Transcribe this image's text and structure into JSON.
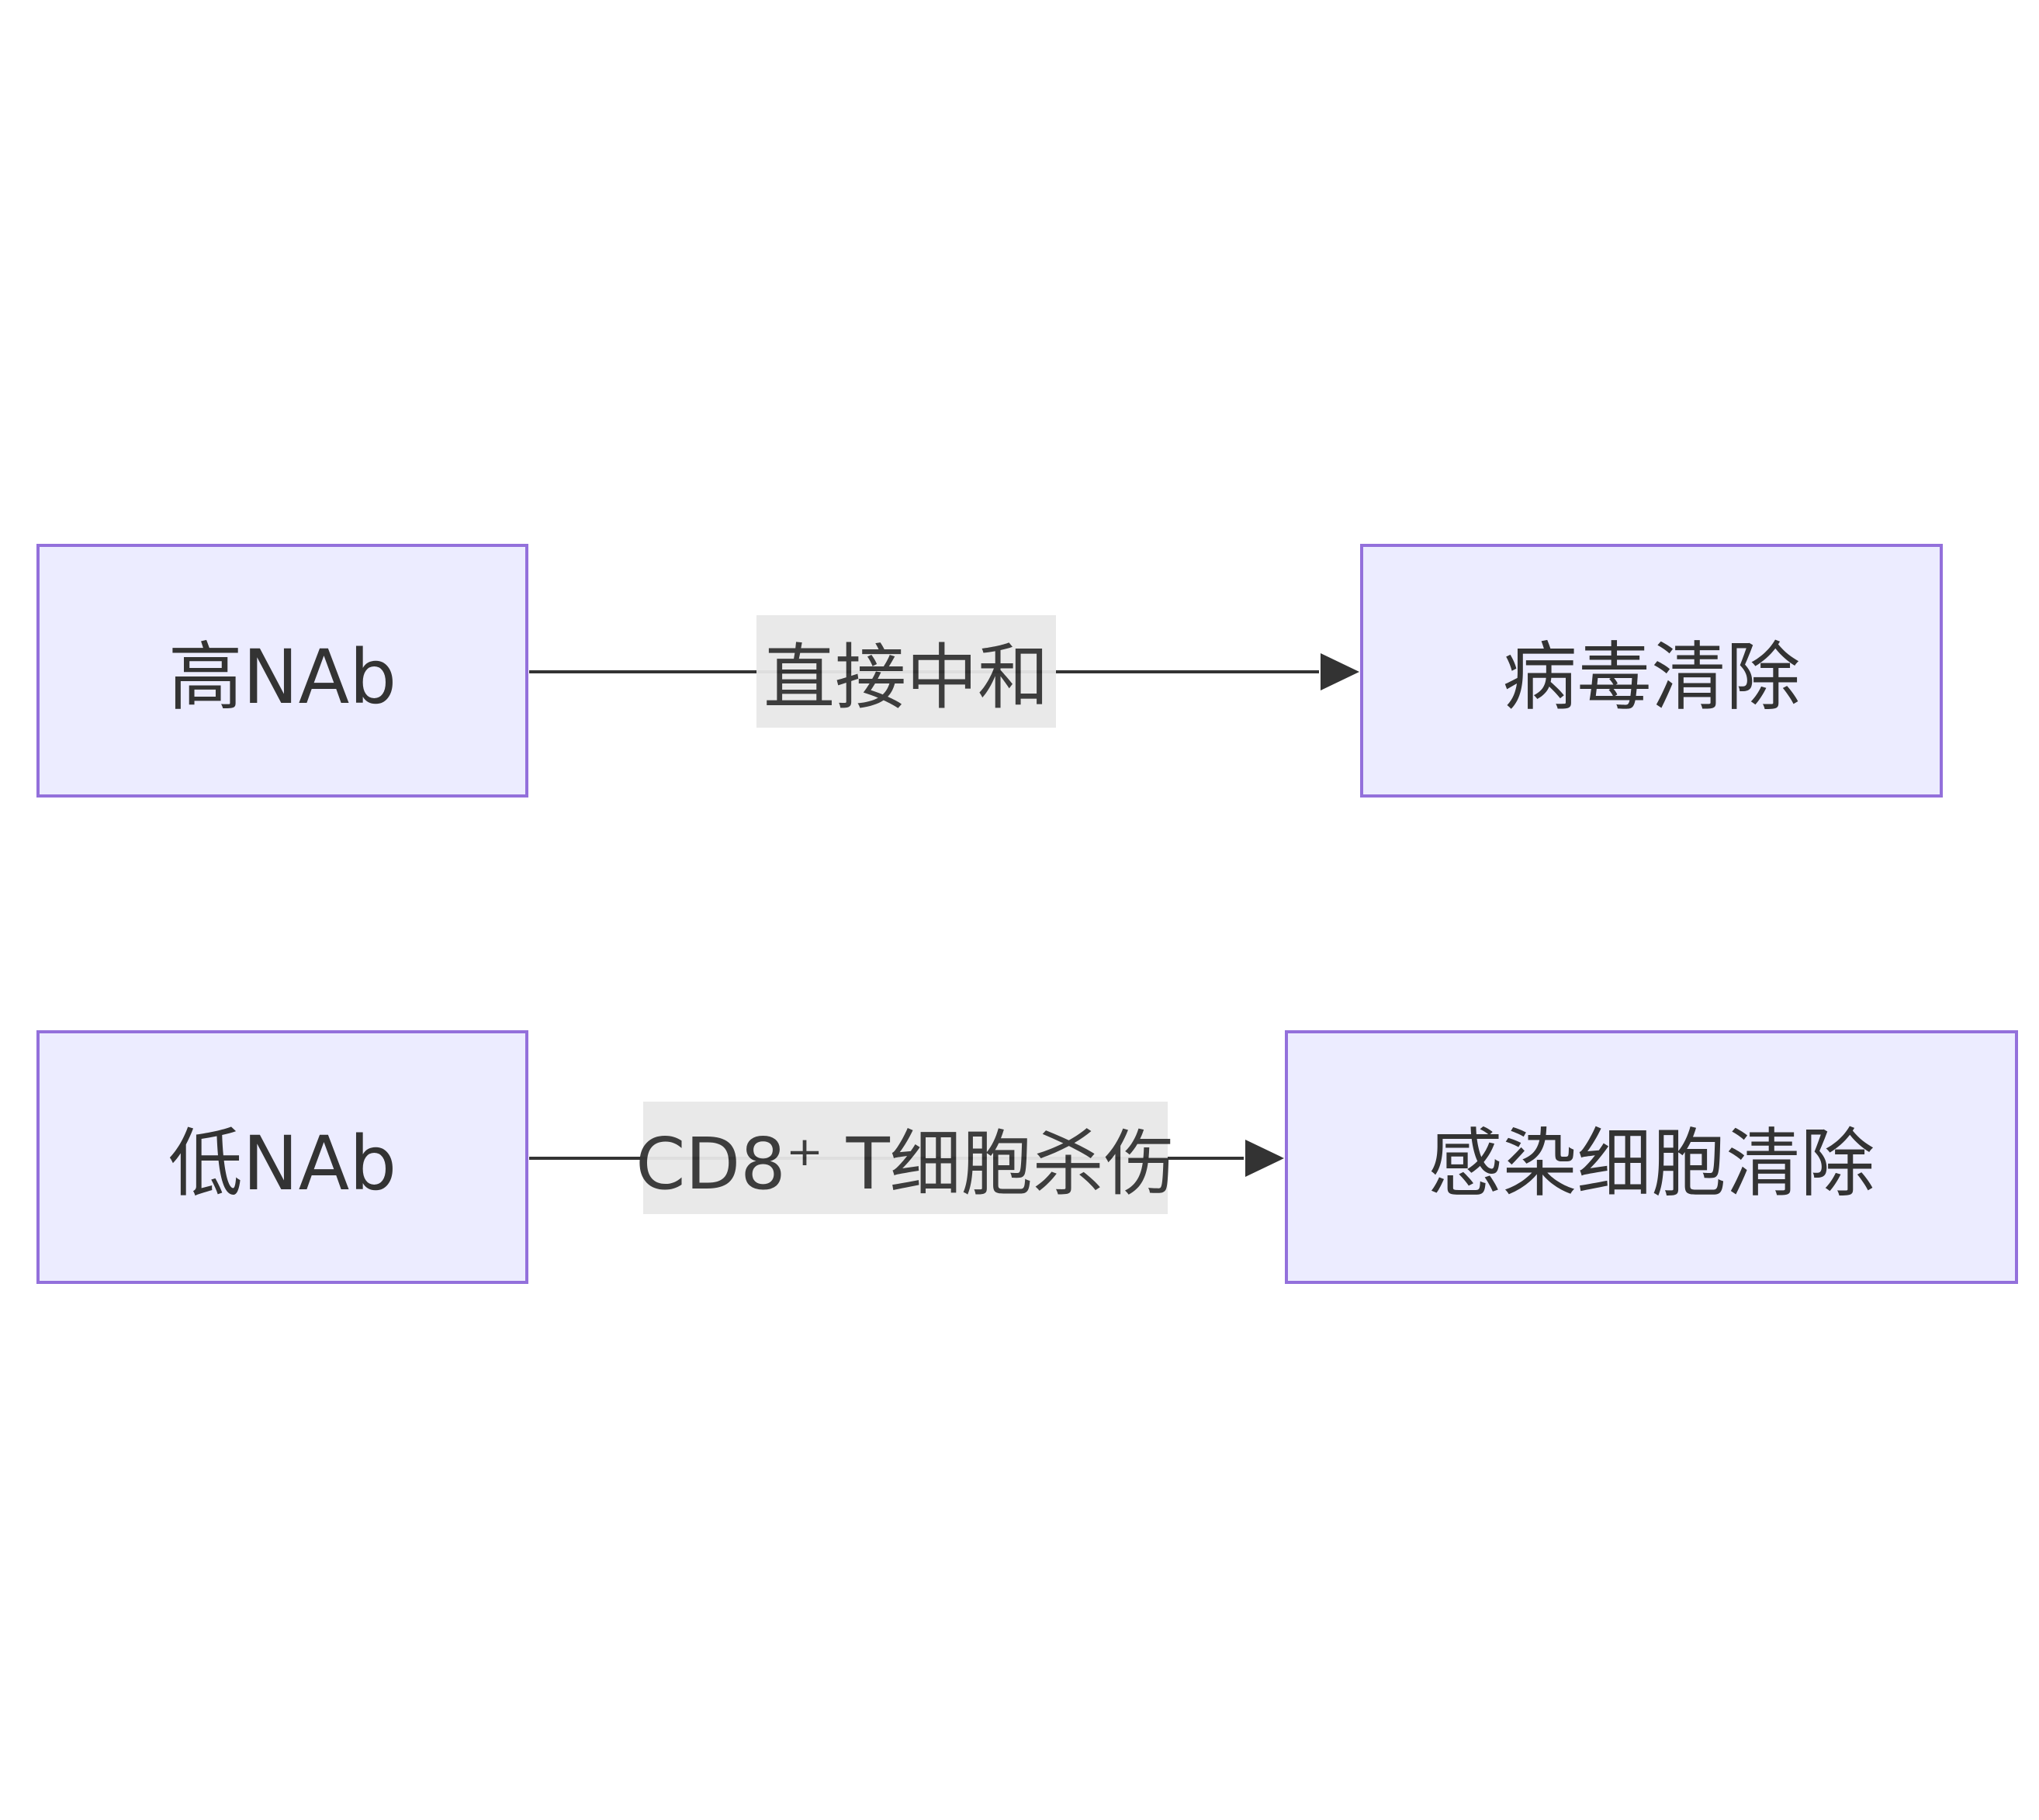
{
  "nodes": {
    "high_nab": "高NAb",
    "virus_clearance": "病毒清除",
    "low_nab": "低NAb",
    "infected_cell_clearance": "感染细胞清除"
  },
  "edges": {
    "neutralization": "直接中和",
    "cd8_killing": "CD8⁺ T细胞杀伤"
  },
  "colors": {
    "node_fill": "#ececff",
    "node_border": "#9370db",
    "text": "#333333",
    "edge": "#333333",
    "label_bg": "#e8e8e8"
  }
}
